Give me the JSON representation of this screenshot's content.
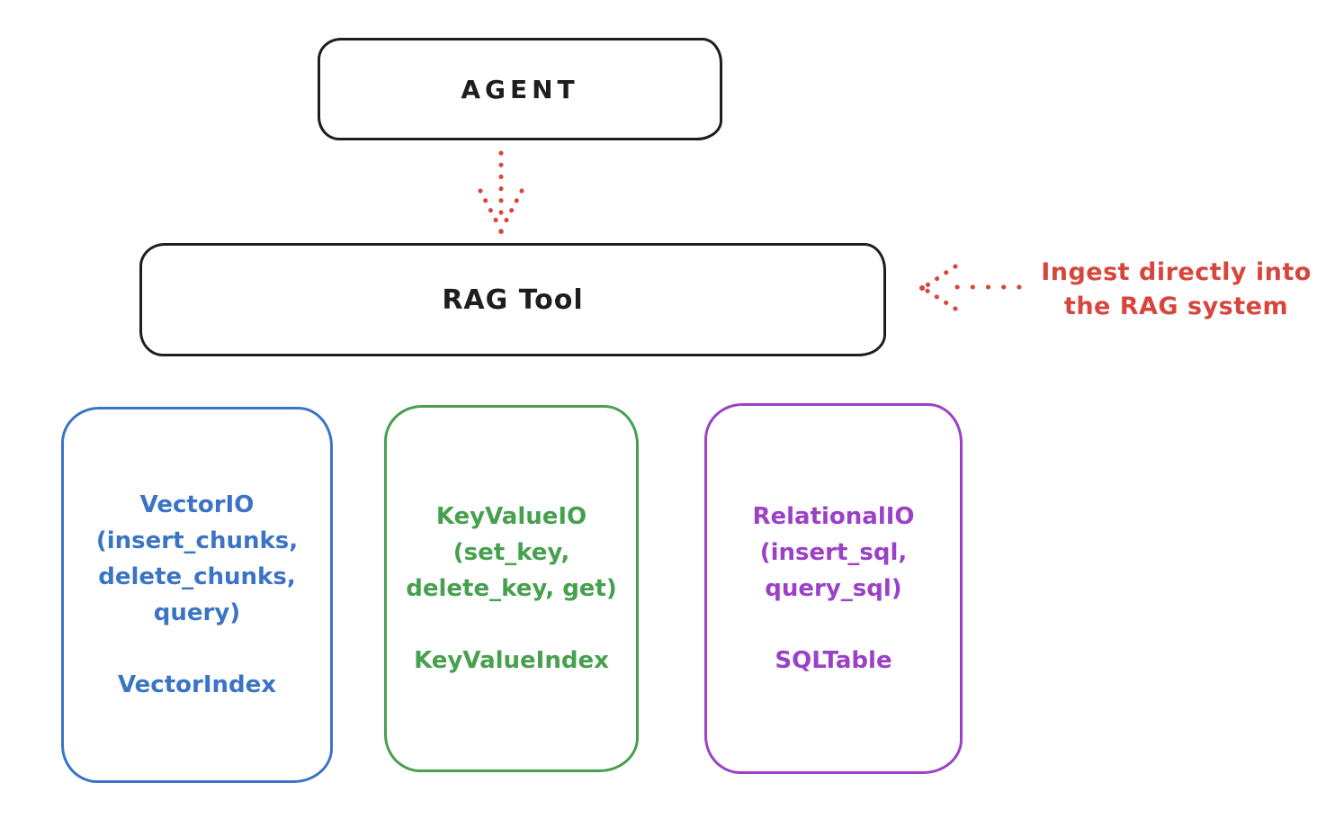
{
  "diagram": {
    "background": "#ffffff",
    "ink_color": "#1e1e1e",
    "accent_red": "#d7463c"
  },
  "nodes": {
    "agent": {
      "label": "AGENT"
    },
    "rag_tool": {
      "label": "RAG Tool"
    },
    "vector_io": {
      "color": "#3b74c4",
      "lines": [
        "VectorIO",
        "(insert_chunks,",
        "delete_chunks,",
        "query)"
      ],
      "index_label": "VectorIndex"
    },
    "key_value_io": {
      "color": "#47a04e",
      "lines": [
        "KeyValueIO",
        "(set_key,",
        "delete_key, get)"
      ],
      "index_label": "KeyValueIndex"
    },
    "relational_io": {
      "color": "#9b41c8",
      "lines": [
        "RelationalIO",
        "(insert_sql,",
        "query_sql)"
      ],
      "index_label": "SQLTable"
    }
  },
  "annotation": {
    "line1": "Ingest directly into",
    "line2": "the RAG system",
    "color": "#d7463c"
  },
  "arrows": {
    "agent_to_rag": {
      "style": "dotted",
      "color": "#d7463c",
      "direction": "down"
    },
    "ingest_to_rag": {
      "style": "dotted",
      "color": "#d7463c",
      "direction": "left"
    }
  }
}
